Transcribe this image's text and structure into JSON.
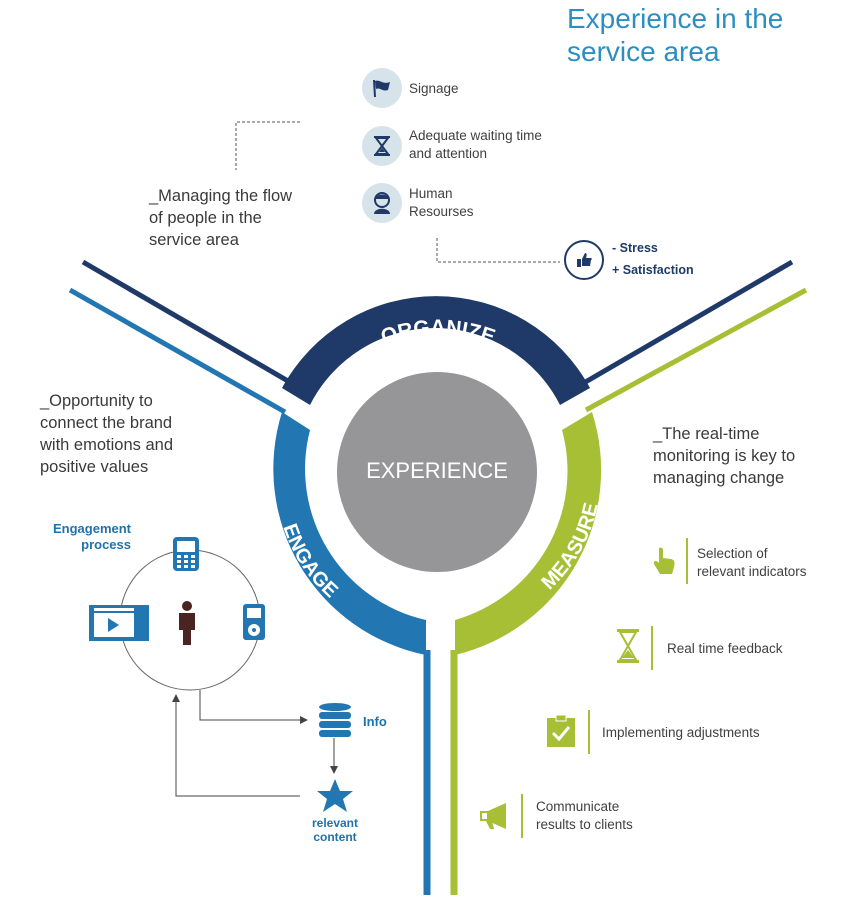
{
  "title": "Experience in the service area",
  "organize": {
    "label": "ORGANIZE",
    "items": [
      {
        "icon": "flag-icon",
        "label_line1": "Signage",
        "label_line2": ""
      },
      {
        "icon": "hourglass-icon",
        "label_line1": "Adequate waiting time",
        "label_line2": "and attention"
      },
      {
        "icon": "person-icon",
        "label_line1": "Human",
        "label_line2": "Resourses"
      }
    ],
    "description": [
      "_Managing the flow",
      "of people in the",
      "service area"
    ],
    "outcome": {
      "icon": "thumbs-up-icon",
      "line1": "- Stress",
      "line2": "+ Satisfaction"
    }
  },
  "center": {
    "label": "EXPERIENCE"
  },
  "engage": {
    "label": "ENGAGE",
    "description": [
      "_Opportunity to",
      "connect the brand",
      "with emotions and",
      "positive values"
    ],
    "process_title": [
      "Engagement",
      "process"
    ],
    "info_label": "Info",
    "content_label": [
      "relevant",
      "content"
    ]
  },
  "measure": {
    "label": "MEASURE",
    "description": [
      "_The real-time",
      "monitoring is key to",
      "managing change"
    ],
    "items": [
      {
        "icon": "pointer-hand-icon",
        "line1": "Selection of",
        "line2": "relevant indicators"
      },
      {
        "icon": "hourglass-icon",
        "line1": "Real time feedback",
        "line2": ""
      },
      {
        "icon": "clipboard-check-icon",
        "line1": "Implementing adjustments",
        "line2": ""
      },
      {
        "icon": "megaphone-icon",
        "line1": "Communicate",
        "line2": "results to clients"
      }
    ]
  },
  "colors": {
    "organize": "#1f3a68",
    "engage": "#2277b3",
    "measure": "#a6bf34",
    "center": "#969698",
    "title": "#2b8fc2"
  }
}
